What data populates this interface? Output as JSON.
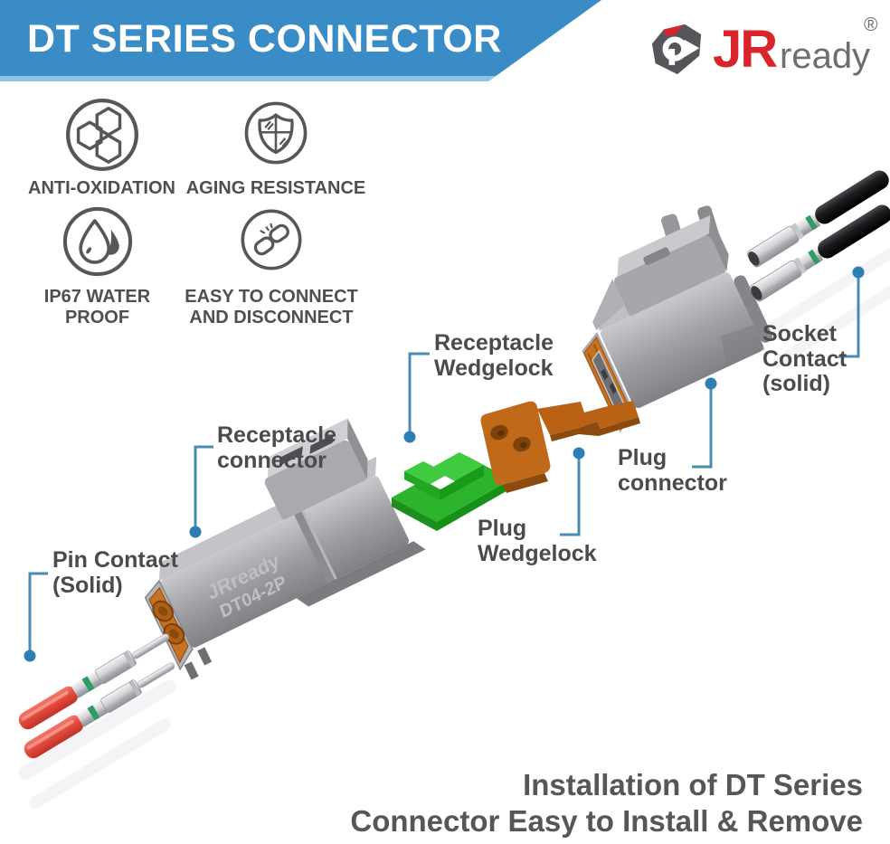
{
  "header": {
    "title": "DT SERIES CONNECTOR",
    "banner_color": "#3a8cc7",
    "brand": {
      "jr": "JR",
      "ready": "ready",
      "reg": "®",
      "red": "#d8252b",
      "gray": "#6d6e71",
      "emblem_icon": "jrready-diamond-logo-icon"
    }
  },
  "features": [
    {
      "icon": "honeycomb-icon",
      "line1": "ANTI-OXIDATION",
      "line2": ""
    },
    {
      "icon": "shield-icon",
      "line1": "AGING RESISTANCE",
      "line2": ""
    },
    {
      "icon": "waterdrop-icon",
      "line1": "IP67 WATER",
      "line2": "PROOF"
    },
    {
      "icon": "broken-chain-icon",
      "line1": "EASY TO CONNECT",
      "line2": "AND DISCONNECT"
    }
  ],
  "diagram": {
    "labels": {
      "receptacle_wedgelock": {
        "line1": "Receptacle",
        "line2": "Wedgelock"
      },
      "socket_contact": {
        "line1": "Socket",
        "line2": "Contact",
        "line3": "(solid)"
      },
      "receptacle_connector": {
        "line1": "Receptacle",
        "line2": "connector"
      },
      "plug_connector": {
        "line1": "Plug",
        "line2": "connector"
      },
      "plug_wedgelock": {
        "line1": "Plug",
        "line2": "Wedgelock"
      },
      "pin_contact": {
        "line1": "Pin Contact",
        "line2": "(Solid)"
      }
    },
    "part_marking": {
      "brand": "JRready",
      "model": "DT04-2P"
    },
    "callout_color": "#4b8bb0",
    "parts": [
      {
        "name": "receptacle-connector",
        "color": "#9b9b9f"
      },
      {
        "name": "pin-contact-solid",
        "wire_color": "#e64a3e"
      },
      {
        "name": "receptacle-wedgelock",
        "color": "#2cb42c"
      },
      {
        "name": "plug-wedgelock",
        "color": "#c06a19"
      },
      {
        "name": "plug-connector",
        "color": "#8e8e93",
        "seal_color": "#c8711f"
      },
      {
        "name": "socket-contact-solid",
        "wire_color": "#1a1a1c"
      }
    ]
  },
  "footer": {
    "line1": "Installation of DT Series",
    "line2": "Connector Easy to Install & Remove"
  }
}
